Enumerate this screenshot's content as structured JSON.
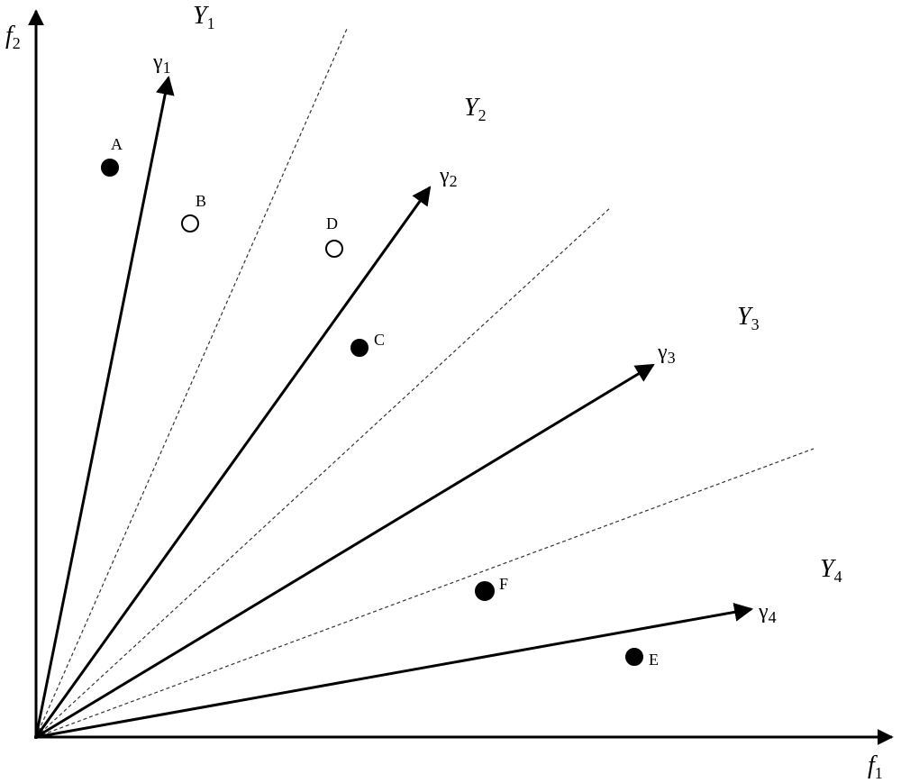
{
  "axes": {
    "x": {
      "name": "f",
      "sub": "1"
    },
    "y": {
      "name": "f",
      "sub": "2"
    }
  },
  "regions": [
    {
      "id": "y1",
      "name": "Y",
      "sub": "1"
    },
    {
      "id": "y2",
      "name": "Y",
      "sub": "2"
    },
    {
      "id": "y3",
      "name": "Y",
      "sub": "3"
    },
    {
      "id": "y4",
      "name": "Y",
      "sub": "4"
    }
  ],
  "vectors": [
    {
      "id": "g1",
      "name": "γ",
      "sub": "1"
    },
    {
      "id": "g2",
      "name": "γ",
      "sub": "2"
    },
    {
      "id": "g3",
      "name": "γ",
      "sub": "3"
    },
    {
      "id": "g4",
      "name": "γ",
      "sub": "4"
    }
  ],
  "points": [
    {
      "id": "a",
      "label": "A",
      "filled": true
    },
    {
      "id": "b",
      "label": "B",
      "filled": false
    },
    {
      "id": "c",
      "label": "C",
      "filled": true
    },
    {
      "id": "d",
      "label": "D",
      "filled": false
    },
    {
      "id": "e",
      "label": "E",
      "filled": true
    },
    {
      "id": "f",
      "label": "F",
      "filled": true
    }
  ]
}
